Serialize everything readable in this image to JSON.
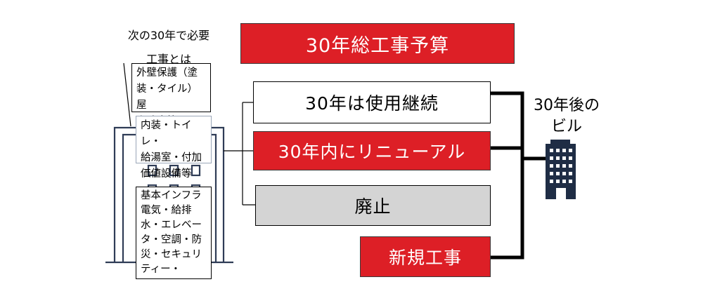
{
  "left": {
    "caption": "次の30年で必要\n工事とは",
    "note_exterior": "外壁保護（塗\n装・タイル）屋\n上防水等",
    "note_interior": "内装・トイレ・\n給湯室・付加\n価値設備等",
    "note_infra": "基本インフラ\n電気・給排\n水・エレベー\nタ・空調・防\n災・セキュリ\nティー・"
  },
  "boxes": {
    "total_budget": "30年総工事予算",
    "continue_use": "30年は使用継続",
    "renewal": "30年内にリニューアル",
    "abolish": "廃止",
    "new_construction": "新規工事"
  },
  "right": {
    "label": "30年後の\nビル",
    "icon": "office-building-icon"
  },
  "colors": {
    "red": "#dd1f26",
    "gray": "#d4d4d4",
    "navy": "#1f2d45",
    "outline": "#2f3c56"
  }
}
